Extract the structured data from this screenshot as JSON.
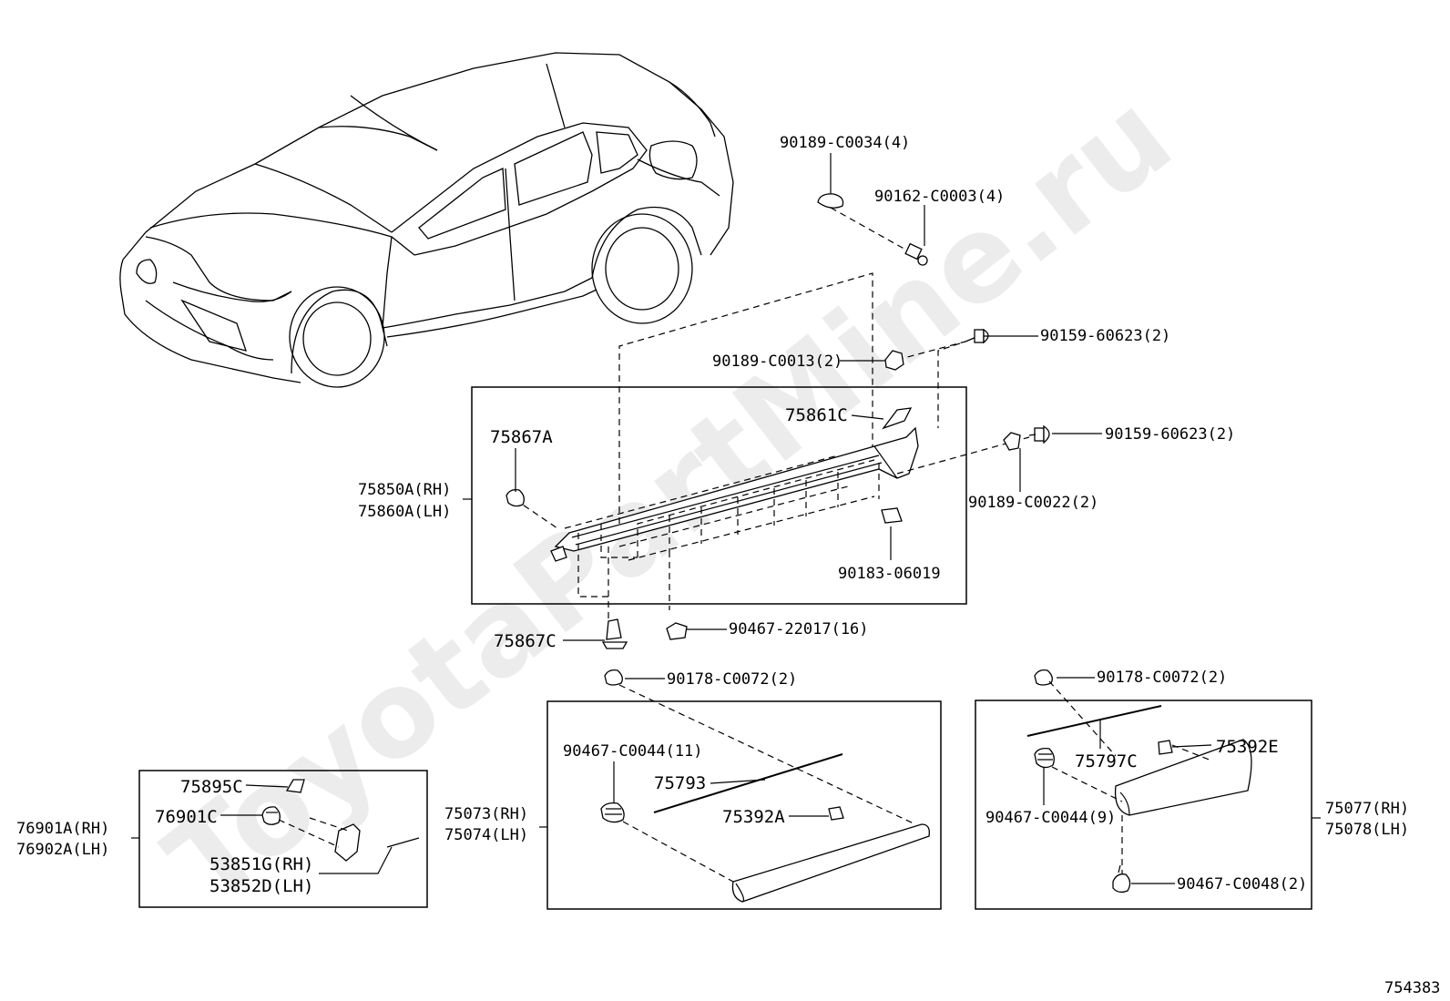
{
  "watermark": "ToyotaPartMine.ru",
  "diagram_id": "754383",
  "labels": {
    "p90189_c0034": "90189-C0034(4)",
    "p90162_c0003": "90162-C0003(4)",
    "p90159_60623_a": "90159-60623(2)",
    "p90189_c0013": "90189-C0013(2)",
    "p75861c": "75861C",
    "p90159_60623_b": "90159-60623(2)",
    "p75867a": "75867A",
    "p75850a": "75850A(RH)",
    "p75860a": "75860A(LH)",
    "p90189_c0022": "90189-C0022(2)",
    "p90183_06019": "90183-06019",
    "p75867c": "75867C",
    "p90467_22017": "90467-22017(16)",
    "p90178_c0072_a": "90178-C0072(2)",
    "p90178_c0072_b": "90178-C0072(2)",
    "p90467_c0044_a": "90467-C0044(11)",
    "p75793": "75793",
    "p75392a": "75392A",
    "p75073": "75073(RH)",
    "p75074": "75074(LH)",
    "p75797c": "75797C",
    "p75392e": "75392E",
    "p90467_c0044_b": "90467-C0044(9)",
    "p75077": "75077(RH)",
    "p75078": "75078(LH)",
    "p90467_c0048": "90467-C0048(2)",
    "p75895c": "75895C",
    "p76901c": "76901C",
    "p76901a": "76901A(RH)",
    "p76902a": "76902A(LH)",
    "p53851g": "53851G(RH)",
    "p53852d": "53852D(LH)"
  }
}
